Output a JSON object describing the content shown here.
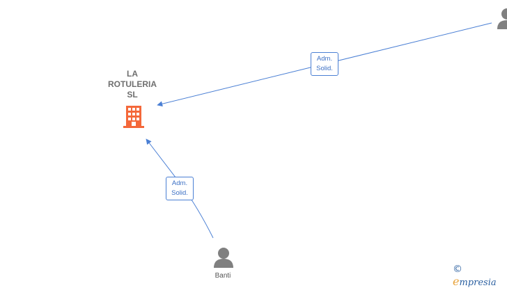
{
  "company": {
    "name_lines": [
      "LA",
      "ROTULERIA",
      "SL"
    ],
    "icon": "building-icon",
    "icon_color": "#f4683a"
  },
  "edges": [
    {
      "label_lines": [
        "Adm.",
        "Solid."
      ],
      "color": "#4a7fd4"
    },
    {
      "label_lines": [
        "Adm.",
        "Solid."
      ],
      "color": "#4a7fd4"
    }
  ],
  "persons": [
    {
      "name": "",
      "icon": "person-icon"
    },
    {
      "name": "Banti",
      "icon": "person-icon"
    }
  ],
  "watermark": {
    "copyright_symbol": "©",
    "brand_initial": "e",
    "brand_rest": "mpresia"
  },
  "colors": {
    "edge": "#4a7fd4",
    "person_icon": "#808080",
    "company_icon": "#f4683a"
  }
}
